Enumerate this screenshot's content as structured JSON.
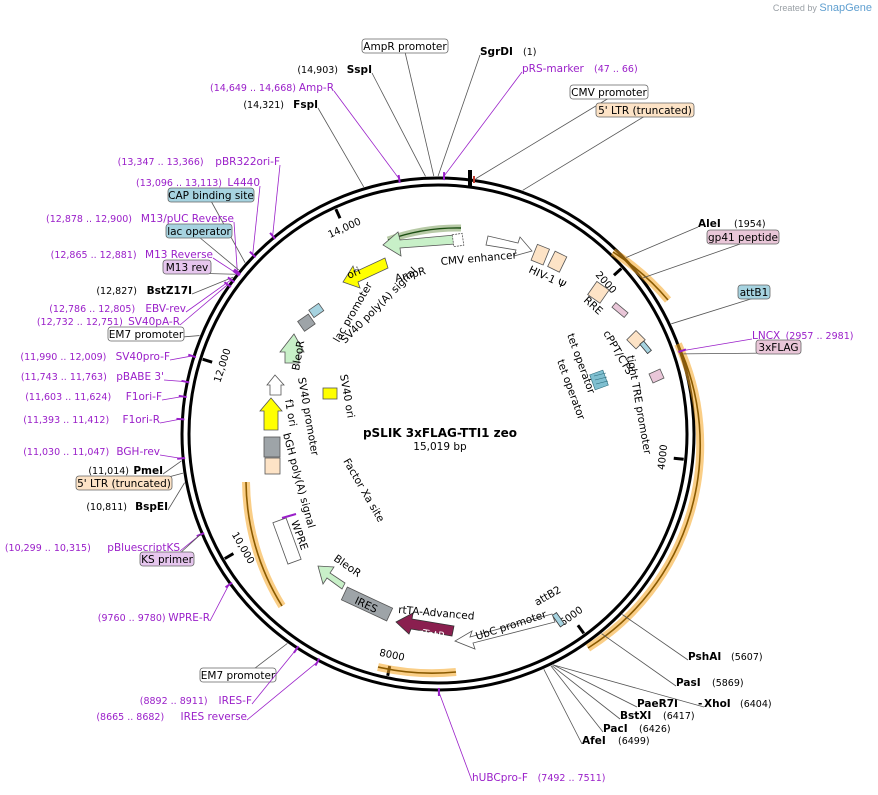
{
  "credit": {
    "prefix": "Created by",
    "brand": "SnapGene"
  },
  "plasmid": {
    "name": "pSLIK 3xFLAG-TTI1 zeo",
    "size_label": "15,019 bp",
    "length": 15019
  },
  "colors": {
    "purple": "#9a1fc9",
    "black": "#000000",
    "orange": "#f5a623",
    "feature_box_gray": "#ffffff",
    "feature_box_peach": "#fde3c6",
    "feature_box_blue": "#a6d3e0",
    "feature_box_pink": "#e9c6d8",
    "feature_box_lilac": "#e6c6ee"
  },
  "ticks": [
    {
      "bp": 2000,
      "label": "2000"
    },
    {
      "bp": 4000,
      "label": "4000"
    },
    {
      "bp": 6000,
      "label": "6000"
    },
    {
      "bp": 8000,
      "label": "8000"
    },
    {
      "bp": 10000,
      "label": "10,000"
    },
    {
      "bp": 12000,
      "label": "12,000"
    },
    {
      "bp": 14000,
      "label": "14,000"
    }
  ],
  "outer_labels": [
    {
      "id": "ampr-promoter",
      "text": "AmpR promoter",
      "style": "box-gray",
      "bp": 14980
    },
    {
      "id": "sgrdi",
      "text": "SgrDI",
      "coord": "(1)",
      "style": "enzyme",
      "bp": 1
    },
    {
      "id": "sspi",
      "text": "SspI",
      "coord": "(14,903)",
      "style": "enzyme",
      "bp": 14903
    },
    {
      "id": "prs-marker",
      "text": "pRS-marker",
      "coord": "(47 .. 66)",
      "style": "primer",
      "bp": 56
    },
    {
      "id": "amp-r",
      "text": "Amp-R",
      "coord": "(14,649 .. 14,668)",
      "style": "primer",
      "bp": 14658
    },
    {
      "id": "cmv-promoter",
      "text": "CMV promoter",
      "style": "box-gray",
      "bp": 350
    },
    {
      "id": "fspi",
      "text": "FspI",
      "coord": "(14,321)",
      "style": "enzyme",
      "bp": 14321
    },
    {
      "id": "5ltr-trunc-a",
      "text": "5' LTR (truncated)",
      "style": "box-peach",
      "bp": 800
    },
    {
      "id": "pbr322ori-f",
      "text": "pBR322ori-F",
      "coord": "(13,347 .. 13,366)",
      "style": "primer",
      "bp": 13356
    },
    {
      "id": "l4440",
      "text": "L4440",
      "coord": "(13,096 .. 13,113)",
      "style": "primer",
      "bp": 13104
    },
    {
      "id": "alei",
      "text": "AleI",
      "coord": "(1954)",
      "style": "enzyme",
      "bp": 1954
    },
    {
      "id": "cap",
      "text": "CAP binding site",
      "style": "box-blue",
      "bp": 13000
    },
    {
      "id": "gp41",
      "text": "gp41 peptide",
      "style": "box-pink",
      "bp": 2200
    },
    {
      "id": "m13puc",
      "text": "M13/pUC Reverse",
      "coord": "(12,878 .. 12,900)",
      "style": "primer",
      "bp": 12889
    },
    {
      "id": "lacop",
      "text": "lac operator",
      "style": "box-blue",
      "bp": 12910
    },
    {
      "id": "m13rev-primer",
      "text": "M13 Reverse",
      "coord": "(12,865 .. 12,881)",
      "style": "primer",
      "bp": 12873
    },
    {
      "id": "attb1",
      "text": "attB1",
      "style": "box-blue",
      "bp": 2700
    },
    {
      "id": "m13rev",
      "text": "M13 rev",
      "style": "box-lilac",
      "bp": 12860
    },
    {
      "id": "bstz17i",
      "text": "BstZ17I",
      "coord": "(12,827)",
      "style": "enzyme",
      "bp": 12827
    },
    {
      "id": "lncx",
      "text": "LNCX",
      "coord": "(2957 .. 2981)",
      "style": "primer",
      "bp": 2969
    },
    {
      "id": "3xflag",
      "text": "3xFLAG",
      "style": "box-pink",
      "bp": 3000
    },
    {
      "id": "ebv-rev",
      "text": "EBV-rev",
      "coord": "(12,786 .. 12,805)",
      "style": "primer",
      "bp": 12795
    },
    {
      "id": "sv40pa-r",
      "text": "SV40pA-R",
      "coord": "(12,732 .. 12,751)",
      "style": "primer",
      "bp": 12741
    },
    {
      "id": "em7-a",
      "text": "EM7 promoter",
      "style": "box-gray",
      "bp": 12200
    },
    {
      "id": "sv40pro-f",
      "text": "SV40pro-F",
      "coord": "(11,990 .. 12,009)",
      "style": "primer",
      "bp": 11999
    },
    {
      "id": "pbabe3",
      "text": "pBABE 3'",
      "coord": "(11,743 .. 11,763)",
      "style": "primer",
      "bp": 11753
    },
    {
      "id": "f1ori-f",
      "text": "F1ori-F",
      "coord": "(11,603 .. 11,624)",
      "style": "primer",
      "bp": 11613
    },
    {
      "id": "f1ori-r",
      "text": "F1ori-R",
      "coord": "(11,393 .. 11,412)",
      "style": "primer",
      "bp": 11402
    },
    {
      "id": "bgh-rev",
      "text": "BGH-rev",
      "coord": "(11,030 .. 11,047)",
      "style": "primer",
      "bp": 11038
    },
    {
      "id": "pmei",
      "text": "PmeI",
      "coord": "(11,014)",
      "style": "enzyme",
      "bp": 11014
    },
    {
      "id": "5ltr-trunc-b",
      "text": "5' LTR (truncated)",
      "style": "box-peach",
      "bp": 10900
    },
    {
      "id": "bspei",
      "text": "BspEI",
      "coord": "(10,811)",
      "style": "enzyme",
      "bp": 10811
    },
    {
      "id": "pbluescriptks",
      "text": "pBluescriptKS",
      "coord": "(10,299 .. 10,315)",
      "style": "primer",
      "bp": 10307
    },
    {
      "id": "ks-primer",
      "text": "KS primer",
      "style": "box-lilac",
      "bp": 10307
    },
    {
      "id": "wpre-r",
      "text": "WPRE-R",
      "coord": "(9760 .. 9780)",
      "style": "primer",
      "bp": 9770
    },
    {
      "id": "psha1",
      "text": "PshAI",
      "coord": "(5607)",
      "style": "enzyme",
      "bp": 5607
    },
    {
      "id": "pasi",
      "text": "PasI",
      "coord": "(5869)",
      "style": "enzyme",
      "bp": 5869
    },
    {
      "id": "paer7i",
      "text": "PaeR7I",
      "coord": "",
      "style": "enzyme",
      "bp": 6404
    },
    {
      "id": "xhoi",
      "text": "XhoI",
      "coord": "(6404)",
      "style": "enzyme",
      "bp": 6404
    },
    {
      "id": "bstxi",
      "text": "BstXI",
      "coord": "(6417)",
      "style": "enzyme",
      "bp": 6417
    },
    {
      "id": "paci",
      "text": "PacI",
      "coord": "(6426)",
      "style": "enzyme",
      "bp": 6426
    },
    {
      "id": "afei",
      "text": "AfeI",
      "coord": "(6499)",
      "style": "enzyme",
      "bp": 6499
    },
    {
      "id": "em7-b",
      "text": "EM7 promoter",
      "style": "box-gray",
      "bp": 9000
    },
    {
      "id": "ires-f",
      "text": "IRES-F",
      "coord": "(8892 .. 8911)",
      "style": "primer",
      "bp": 8901
    },
    {
      "id": "ires-reverse",
      "text": "IRES reverse",
      "coord": "(8665 .. 8682)",
      "style": "primer",
      "bp": 8673
    },
    {
      "id": "hubcpro-f",
      "text": "hUBCpro-F",
      "coord": "(7492 .. 7511)",
      "style": "primer",
      "bp": 7501
    }
  ],
  "inner_labels": {
    "cmv_enhancer": "CMV enhancer",
    "hiv_psi": "HIV-1 Ψ",
    "rre": "RRE",
    "cppt": "cPPT/CTS",
    "tet_operator_1": "tet operator",
    "tet_operator_2": "tet operator",
    "tight_tre": "tight TRE promoter",
    "attb2": "attB2",
    "ubc_promoter": "UbC promoter",
    "rtta_advanced": "rtTA-Advanced",
    "rtetr": "rTetR",
    "ires": "IRES",
    "bleor_a": "BleoR",
    "wpre": "WPRE",
    "factor_xa": "Factor Xa site",
    "bgh_polya": "bGH poly(A) signal",
    "f1_ori": "f1 ori",
    "sv40_promoter": "SV40 promoter",
    "sv40_ori": "SV40 ori",
    "bleor_b": "BleoR",
    "lac_promoter": "lac promoter",
    "sv40_polya": "SV40 poly(A) signal",
    "ori": "ori",
    "ampr": "AmpR"
  }
}
